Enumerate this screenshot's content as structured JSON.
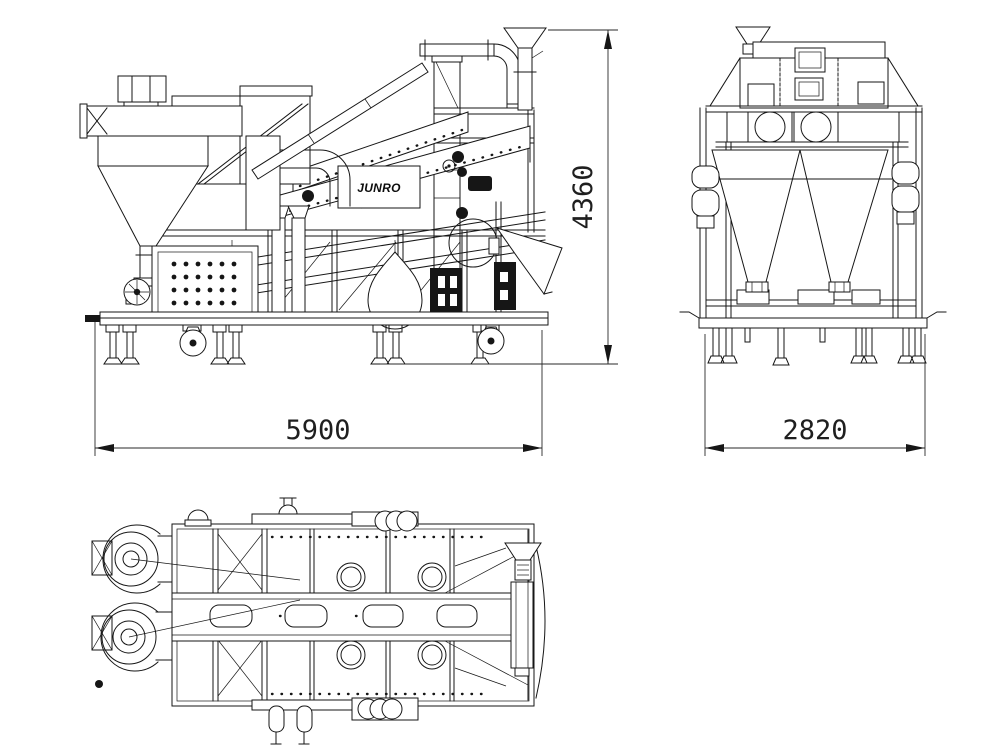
{
  "drawing": {
    "type": "engineering-three-view",
    "subject": "seed-cleaning-machine",
    "logo": "JUNRO",
    "dimensions": {
      "length": "5900",
      "height": "4360",
      "width": "2820"
    },
    "colors": {
      "line": "#161616",
      "background": "#ffffff",
      "dim_line": "#2a2a2a"
    },
    "views": {
      "side": {
        "name": "side-view"
      },
      "front": {
        "name": "front-view"
      },
      "top": {
        "name": "top-view"
      }
    }
  }
}
